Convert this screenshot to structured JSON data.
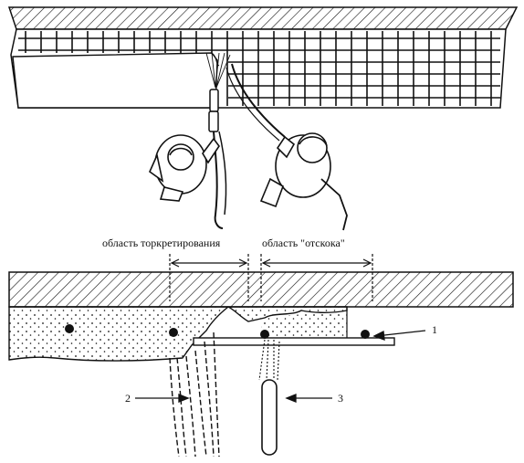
{
  "labels": {
    "shotcrete_area": "область торкретирования",
    "rebound_area": "область \"отскока\"",
    "marker_1": "1",
    "marker_2": "2",
    "marker_3": "3"
  },
  "icons": [
    "worker-figure-icon",
    "nozzle-icon",
    "spray-stream-icon",
    "reinforcement-bar-icon"
  ],
  "colors": {
    "ink": "#111111",
    "paper": "#ffffff"
  }
}
